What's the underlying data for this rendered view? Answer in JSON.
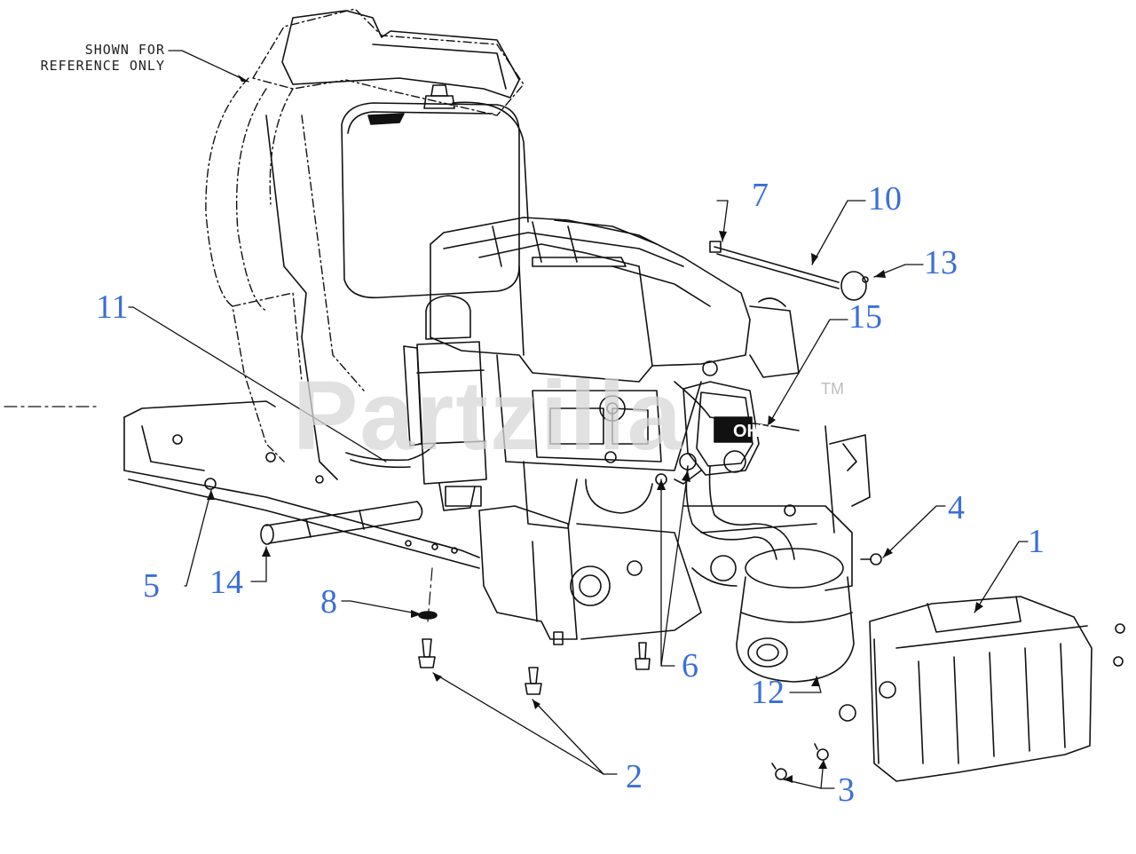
{
  "reference_note": {
    "line1": "SHOWN FOR",
    "line2": "REFERENCE ONLY"
  },
  "watermark": {
    "brand": "Partzilla",
    "trademark": "TM"
  },
  "engine_label": "OHV",
  "callouts": [
    {
      "id": "1",
      "label": "1",
      "part": "heat-shield"
    },
    {
      "id": "2",
      "label": "2",
      "part": "shoulder-bolt"
    },
    {
      "id": "3",
      "label": "3",
      "part": "hex-bolt"
    },
    {
      "id": "4",
      "label": "4",
      "part": "hex-bolt"
    },
    {
      "id": "5",
      "label": "5",
      "part": "nut"
    },
    {
      "id": "6",
      "label": "6",
      "part": "exhaust-bolt"
    },
    {
      "id": "7",
      "label": "7",
      "part": "clip"
    },
    {
      "id": "8",
      "label": "8",
      "part": "washer"
    },
    {
      "id": "10",
      "label": "10",
      "part": "rod"
    },
    {
      "id": "11",
      "label": "11",
      "part": "hose"
    },
    {
      "id": "12",
      "label": "12",
      "part": "muffler"
    },
    {
      "id": "13",
      "label": "13",
      "part": "knob"
    },
    {
      "id": "14",
      "label": "14",
      "part": "tube"
    },
    {
      "id": "15",
      "label": "15",
      "part": "dipstick"
    }
  ],
  "colors": {
    "callout": "#3a6fd8",
    "lineart": "#111111",
    "watermark": "#d8d8d8"
  }
}
